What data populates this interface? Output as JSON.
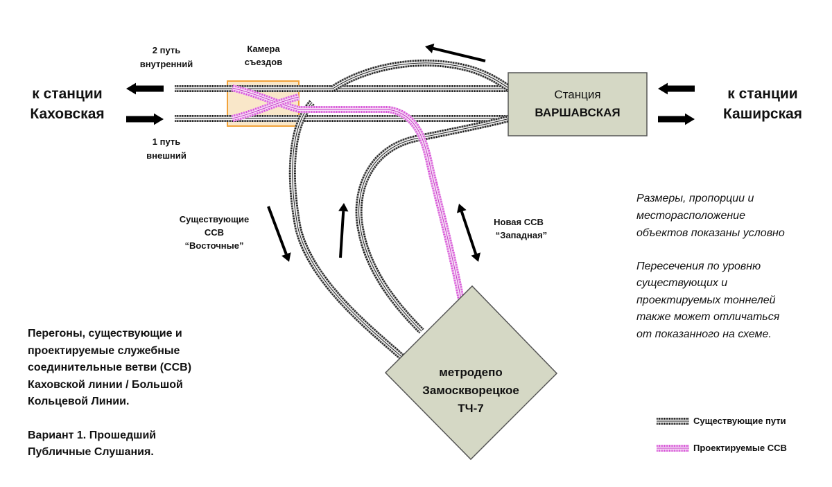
{
  "labels": {
    "left_destination": [
      "к станции",
      "Каховская"
    ],
    "right_destination": [
      "к станции",
      "Каширская"
    ],
    "track2": [
      "2 путь",
      "внутренний"
    ],
    "track1": [
      "1 путь",
      "внешний"
    ],
    "crossover_chamber": [
      "Камера",
      "съездов"
    ],
    "station": [
      "Станция",
      "ВАРШАВСКАЯ"
    ],
    "depot": [
      "метродепо",
      "Замоскворецкое",
      "ТЧ-7"
    ],
    "existing_links": [
      "Существующие",
      "ССВ",
      "“Восточные”"
    ],
    "new_link": [
      "Новая ССВ",
      "“Западная”"
    ]
  },
  "notes": {
    "note1": [
      "Размеры, пропорции и",
      "месторасположение",
      "объектов показаны условно"
    ],
    "note2": [
      "Пересечения по уровню",
      "существующих и",
      "проектируемых тоннелей",
      "также может отличаться",
      "от показанного на схеме."
    ]
  },
  "caption": {
    "title": [
      "Перегоны, существующие и",
      "проектируемые служебные",
      "соединительные ветви (ССВ)",
      "Каховской линии / Большой",
      "Кольцевой Линии."
    ],
    "variant": [
      "Вариант 1. Прошедший",
      "Публичные Слушания."
    ]
  },
  "legend": {
    "existing": "Существующие пути",
    "proposed": "Проектируемые ССВ"
  },
  "icons": {
    "arrow_left": "arrow-left-icon",
    "arrow_right": "arrow-right-icon",
    "track_existing": "existing-track-icon",
    "track_proposed": "proposed-track-icon"
  },
  "colors": {
    "existing_track": "#555555",
    "proposed_track": "#d94fd9",
    "box_fill": "#d5d8c5",
    "chamber_fill": "#f9e7c9",
    "chamber_border": "#f2a23a",
    "arrow": "#000000"
  }
}
